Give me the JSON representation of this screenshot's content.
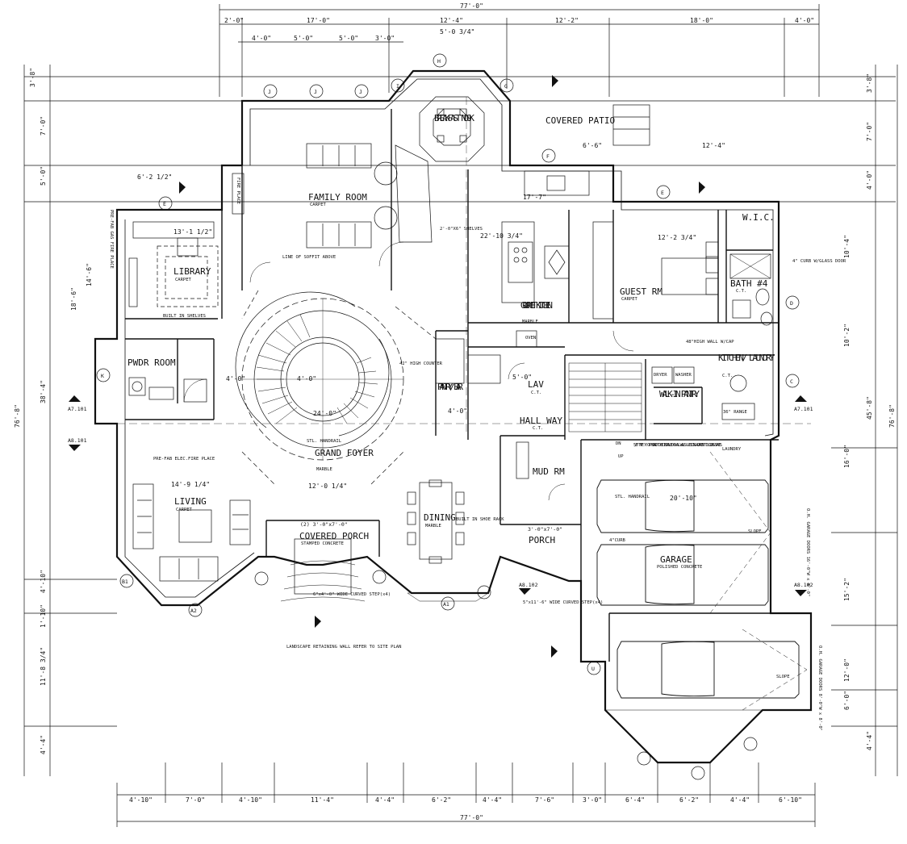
{
  "plan": {
    "rooms": [
      {
        "name": "FAMILY ROOM",
        "sub": "CARPET"
      },
      {
        "name": "LIBRARY",
        "sub": "CARPET"
      },
      {
        "name": "BREAKFAST NOOK",
        "sub": ""
      },
      {
        "name": "GOURMET KITCHEN",
        "sub": "MARBLE"
      },
      {
        "name": "GUEST RM",
        "sub": "CARPET"
      },
      {
        "name": "BATH #4",
        "sub": "C.T."
      },
      {
        "name": "W.I.C.",
        "sub": ""
      },
      {
        "name": "PWDR ROOM",
        "sub": ""
      },
      {
        "name": "GRAND FOYER",
        "sub": "MARBLE"
      },
      {
        "name": "PANTRY/ BAR",
        "sub": ""
      },
      {
        "name": "LAV",
        "sub": "C.T."
      },
      {
        "name": "HALL WAY",
        "sub": "C.T."
      },
      {
        "name": "KITCHEN/ LAUNDRY",
        "sub": "C.T."
      },
      {
        "name": "WALK-IN PANTRY",
        "sub": ""
      },
      {
        "name": "MUD RM",
        "sub": ""
      },
      {
        "name": "LIVING",
        "sub": "CARPET"
      },
      {
        "name": "DINING",
        "sub": "MARBLE"
      },
      {
        "name": "COVERED PORCH",
        "sub": "STAMPED CONCRETE"
      },
      {
        "name": "PORCH",
        "sub": ""
      },
      {
        "name": "GARAGE",
        "sub": "POLISHED CONCRETE"
      },
      {
        "name": "COVERED PATIO",
        "sub": ""
      }
    ],
    "notes": [
      "LINE OF SOFFIT ABOVE",
      "2'-0\"X6\" SHELVES",
      "BUILT IN SHELVES",
      "PRE-FAB GAS FIRE PLACE",
      "PRE-FAB ELEC.FIRE PLACE",
      "STL. HANDRAIL",
      "42\" HIGH COUNTER",
      "48\"HIGH WALL W/CAP",
      "4\" CURB W/GLASS DOOR",
      "5/8\" TYPE 'X' GYP BOARD TO BE INSTALLED ON ALL WALLS & CEILING ADJACENT TO LIVING SPACES",
      "LANDSCAPE RETAINING WALL REFER TO SITE PLAN",
      "BUILT IN SHOE RACK",
      "6\"x4'-0\" WIDE CURVED STEP(x4)",
      "5\"x11'-6\" WIDE CURVED STEP(x4)",
      "STL. HANDRAIL",
      "4\"CURB",
      "SLOPE",
      "SLOPE",
      "O.H. GARAGE DOORS 16'-0\"W x 8'-0\"",
      "O.H. GARAGE DOORS 8'-0\"W x 8'-0\"",
      "LAUNDRY",
      "DRYER",
      "WASHER",
      "FIRE PLACE",
      "OVEN",
      "36\" RANGE",
      "UP",
      "DN"
    ],
    "dims_top_outer": "77'-0\"",
    "dims_top": [
      "2'-0\"",
      "17'-0\"",
      "12'-4\"",
      "12'-2\"",
      "18'-0\"",
      "4'-0\""
    ],
    "dims_top_inner": [
      "4'-0\"",
      "5'-0\"",
      "5'-0\"",
      "3'-0\"",
      "5'-0 3/4\""
    ],
    "dims_bottom": [
      "4'-10\"",
      "7'-0\"",
      "4'-10\"",
      "11'-4\"",
      "4'-4\"",
      "6'-2\"",
      "4'-4\"",
      "7'-6\"",
      "3'-0\"",
      "6'-4\"",
      "6'-2\"",
      "4'-4\"",
      "6'-10\""
    ],
    "dims_bottom_outer": "77'-0\"",
    "dims_left": [
      "3'-8\"",
      "7'-0\"",
      "5'-0\"",
      "38'-4\"",
      "4'-10\"",
      "1'-10\"",
      "11'-8 3/4\"",
      "4'-4\""
    ],
    "dims_left_outer": "76'-8\"",
    "dims_right": [
      "3'-8\"",
      "7'-0\"",
      "4'-0\"",
      "10'-4\"",
      "10'-2\"",
      "45'-8\"",
      "16'-0\"",
      "15'-2\"",
      "12'-0\"",
      "6'-0\"",
      "4'-4\""
    ],
    "dims_right_outer": "76'-8\"",
    "interior_dims": [
      "13'-1 1/2\"",
      "24'-0\"",
      "14'-9 1/4\"",
      "12'-0 1/4\"",
      "17'-7\"",
      "22'-10 3/4\"",
      "12'-2 3/4\"",
      "20'-10\"",
      "6'-6\"",
      "12'-4\"",
      "6'-2 1/2\"",
      "4'-0\"",
      "4'-0\"",
      "5'-0\"",
      "4'-0\"",
      "18'-6\"",
      "14'-6\""
    ],
    "section_tags": [
      "A7.101",
      "A8.101",
      "A7.101",
      "A8.102",
      "A8.102"
    ],
    "grid_tags": [
      "J",
      "J",
      "J",
      "H",
      "G",
      "E",
      "E",
      "F",
      "D",
      "C",
      "K",
      "U",
      "B1",
      "A1",
      "A2",
      "I"
    ],
    "door_tags": [
      "(2) 3'-0\"x7'-0\"",
      "3'-0\"x7'-0\""
    ]
  }
}
